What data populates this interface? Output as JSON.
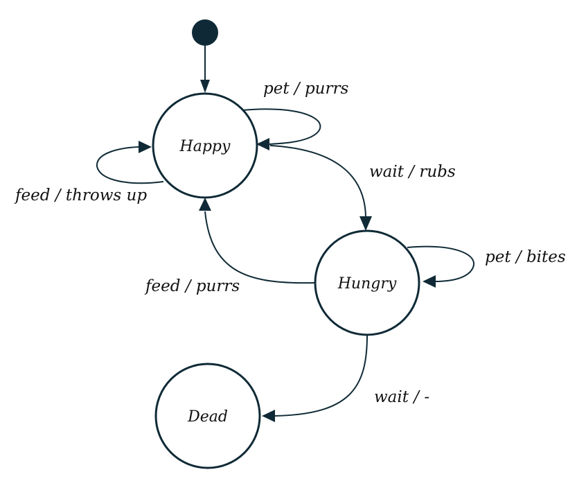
{
  "diagram": {
    "colors": {
      "stroke": "#0f2a36",
      "background": "#ffffff",
      "text": "#111111"
    },
    "states": {
      "happy": "Happy",
      "hungry": "Hungry",
      "dead": "Dead"
    },
    "transitions": {
      "happy_pet": "pet / purrs",
      "happy_feed": "feed / throws up",
      "happy_wait": "wait / rubs",
      "hungry_pet": "pet / bites",
      "hungry_feed": "feed / purrs",
      "hungry_wait": "wait / -"
    }
  }
}
